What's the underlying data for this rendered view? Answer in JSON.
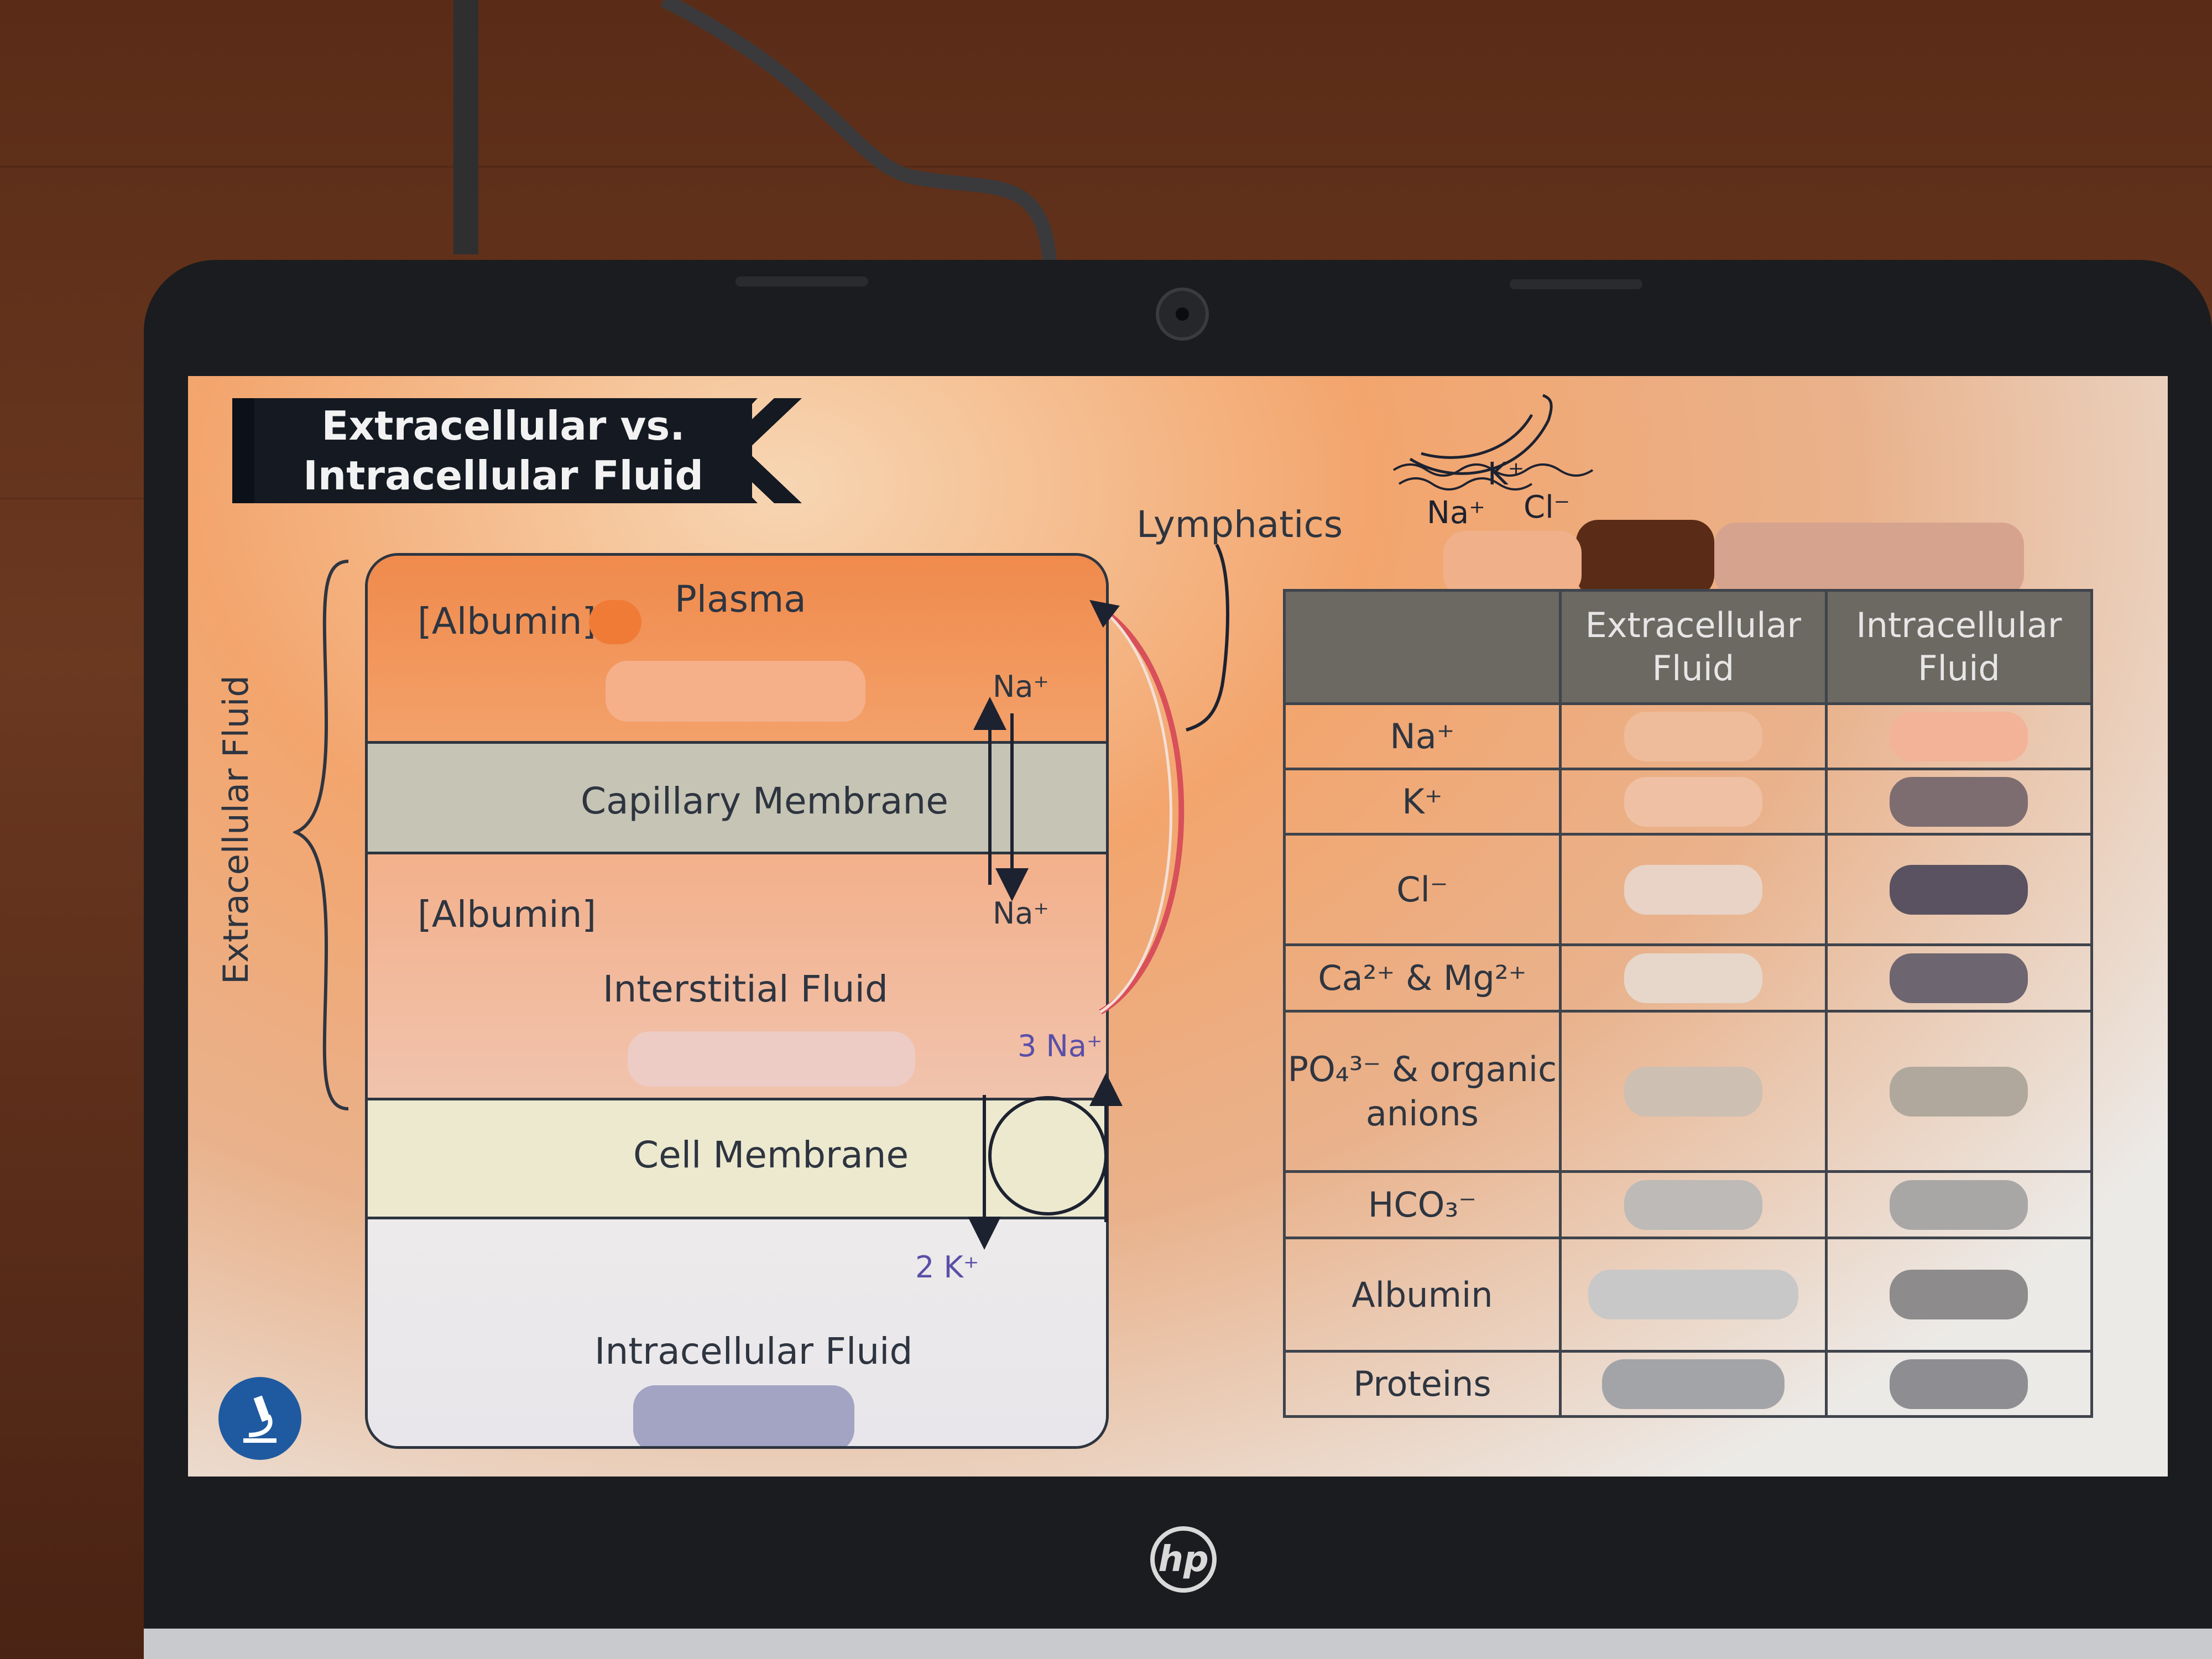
{
  "slide": {
    "title_line1": "Extracellular vs.",
    "title_line2": "Intracellular Fluid",
    "side_label": "Extracellular Fluid",
    "compartments": {
      "plasma": "Plasma",
      "albumin_top": "[Albumin]",
      "capillary_membrane": "Capillary Membrane",
      "albumin_bottom": "[Albumin]",
      "interstitial": "Interstitial Fluid",
      "cell_membrane": "Cell Membrane",
      "intracellular": "Intracellular Fluid"
    },
    "lymphatics": "Lymphatics",
    "ions": {
      "na_top": "Na⁺",
      "na_bottom": "Na⁺",
      "three_na": "3 Na⁺",
      "two_k": "2 K⁺"
    },
    "annotation": {
      "na": "Na⁺",
      "k": "K⁺",
      "cl": "Cl⁻"
    }
  },
  "table": {
    "headers": [
      "",
      "Extracellular Fluid",
      "Intracellular Fluid"
    ],
    "rows": [
      {
        "label": "Na⁺"
      },
      {
        "label": "K⁺"
      },
      {
        "label": "Cl⁻"
      },
      {
        "label": "Ca²⁺ & Mg²⁺"
      },
      {
        "label": "PO₄³⁻ & organic anions"
      },
      {
        "label": "HCO₃⁻"
      },
      {
        "label": "Albumin"
      },
      {
        "label": "Proteins"
      }
    ]
  },
  "brand": {
    "logo_text": "hp"
  },
  "icons": {
    "slide_logo": "microscope-icon",
    "laptop_logo": "hp-logo"
  },
  "colors": {
    "plasma": "#f08a4c",
    "capillary": "#c6c4b4",
    "interstitial": "#f3b08b",
    "cell_membrane": "#ece9cf",
    "ion_purple": "#5a4fa8",
    "accent_blue": "#1f5aa0"
  }
}
